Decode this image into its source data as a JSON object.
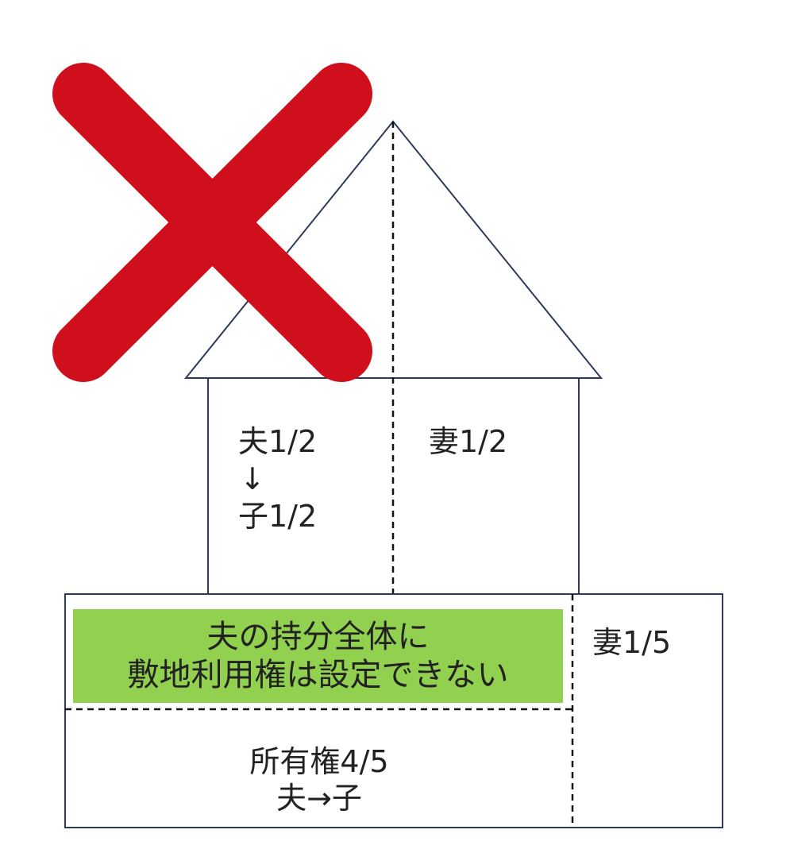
{
  "building": {
    "husband_share": "夫1/2",
    "arrow": "↓",
    "child_share": "子1/2",
    "wife_share": "妻1/2"
  },
  "land": {
    "banner_line1": "夫の持分全体に",
    "banner_line2": "敷地利用権は設定できない",
    "wife_share": "妻1/5",
    "ownership_line1": "所有権4/5",
    "ownership_line2": "夫→子"
  },
  "colors": {
    "cross": "#d00f1d",
    "banner": "#92d050",
    "outline": "#2e3a59"
  },
  "icons": {
    "cross": "cross-mark-icon"
  }
}
